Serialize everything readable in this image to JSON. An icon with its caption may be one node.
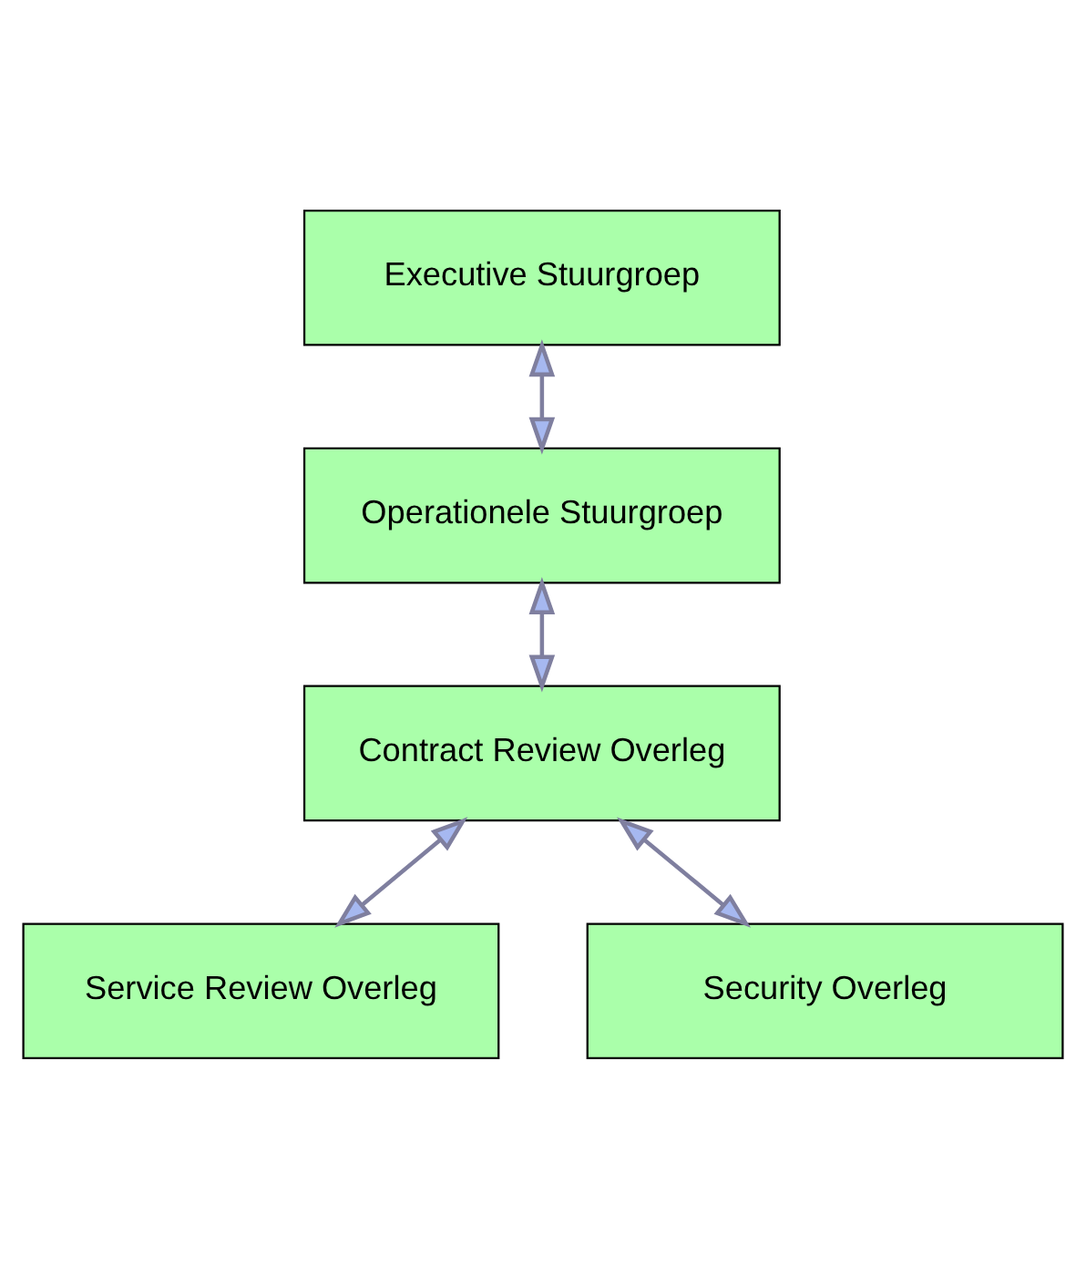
{
  "diagram": {
    "nodes": [
      {
        "text": [
          "Executive Stuurgroep"
        ]
      },
      {
        "text": [
          "Operationele Stuurgroep"
        ]
      },
      {
        "text": [
          "Contract Review Overleg"
        ]
      },
      {
        "text": [
          "Service Review Overleg"
        ]
      },
      {
        "text": [
          "Security Overleg"
        ]
      }
    ],
    "edges": [
      {
        "from": 0,
        "to": 1,
        "arrow": "both"
      },
      {
        "from": 1,
        "to": 2,
        "arrow": "both"
      },
      {
        "from": 2,
        "to": 3,
        "arrow": "both"
      },
      {
        "from": 2,
        "to": 4,
        "arrow": "both"
      }
    ]
  }
}
